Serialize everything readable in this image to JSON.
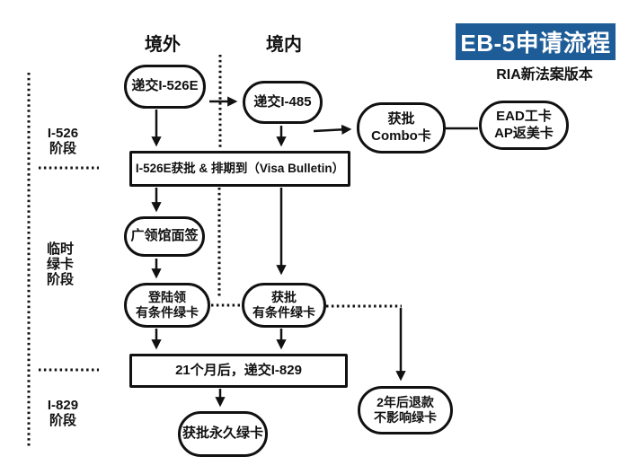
{
  "header": {
    "badge": "EB-5申请流程",
    "subtitle": "RIA新法案版本",
    "badge_bg": "#1e5c97",
    "badge_fg": "#ffffff"
  },
  "columns": {
    "abroad": "境外",
    "domestic": "境内"
  },
  "stages": {
    "i526": [
      "I-526",
      "阶段"
    ],
    "temp": [
      "临时",
      "绿卡",
      "阶段"
    ],
    "i829": [
      "I-829",
      "阶段"
    ]
  },
  "nodes": {
    "submit_i526e": [
      "递交I-526E"
    ],
    "submit_i485": [
      "递交I-485"
    ],
    "combo": [
      "获批",
      "Combo卡"
    ],
    "ead": [
      "EAD工卡",
      "AP返美卡"
    ],
    "visa_bulletin": [
      "I-526E获批 & 排期到（Visa Bulletin）"
    ],
    "consulate": [
      "广领馆面签"
    ],
    "landing": [
      "登陆领",
      "有条件绿卡"
    ],
    "approved_cond": [
      "获批",
      "有条件绿卡"
    ],
    "submit_i829": [
      "21个月后，递交I-829"
    ],
    "permanent": [
      "获批永久绿卡"
    ],
    "refund": [
      "2年后退款",
      "不影响绿卡"
    ]
  },
  "line_color": "#111111"
}
